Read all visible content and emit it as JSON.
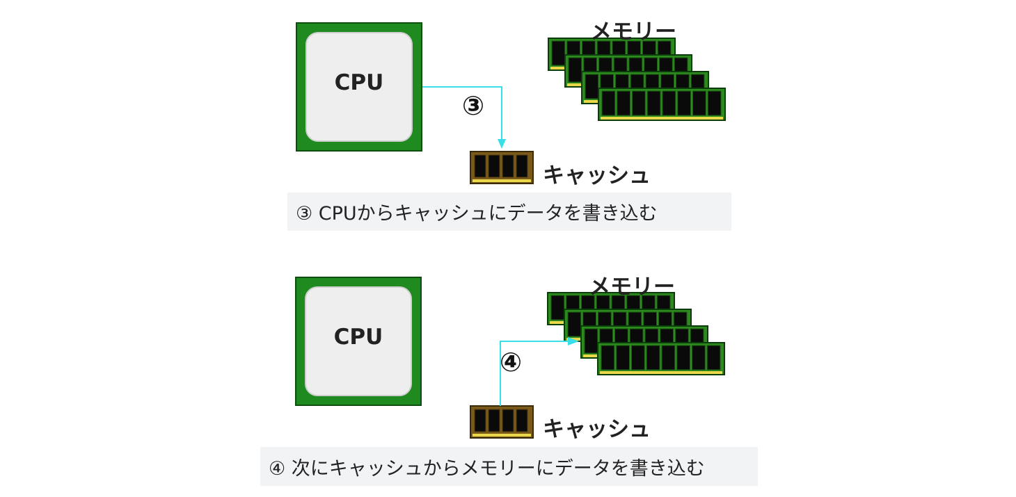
{
  "panels": [
    {
      "cpu_label": "CPU",
      "memory_label": "メモリー",
      "cache_label": "キャッシュ",
      "step_marker": "③",
      "caption": "③ CPUからキャッシュにデータを書き込む"
    },
    {
      "cpu_label": "CPU",
      "memory_label": "メモリー",
      "cache_label": "キャッシュ",
      "step_marker": "④",
      "caption": "④ 次にキャッシュからメモリーにデータを書き込む"
    }
  ],
  "colors": {
    "cpu_green": "#1f8a1f",
    "module_board": "#2d8a1e",
    "module_edge": "#e8d84a",
    "arrow": "#37e0e8",
    "caption_bg": "#f2f3f5"
  }
}
